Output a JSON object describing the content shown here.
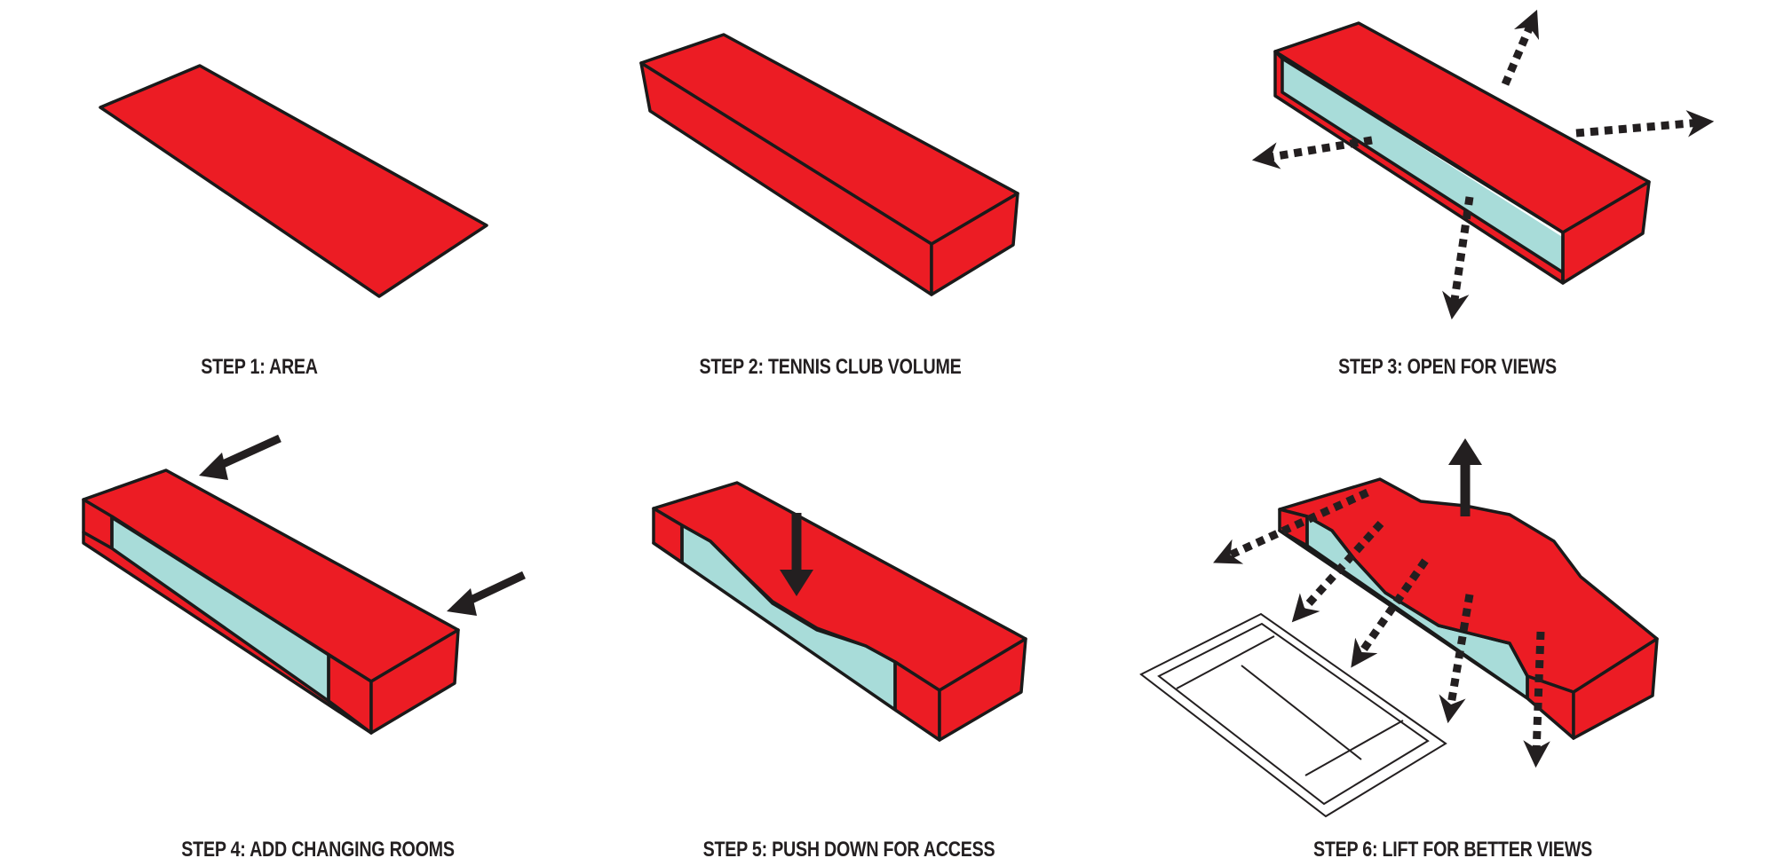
{
  "colors": {
    "red": "#ec1c24",
    "glass": "#a8dcd9",
    "ink": "#1a1a1a",
    "arrow": "#231f20"
  },
  "steps": [
    {
      "label": "STEP 1: AREA"
    },
    {
      "label": "STEP 2: TENNIS CLUB VOLUME"
    },
    {
      "label": "STEP 3: OPEN FOR VIEWS"
    },
    {
      "label": "STEP 4: ADD CHANGING ROOMS"
    },
    {
      "label": "STEP 5: PUSH DOWN FOR ACCESS"
    },
    {
      "label": "STEP 6: LIFT FOR BETTER VIEWS"
    }
  ]
}
